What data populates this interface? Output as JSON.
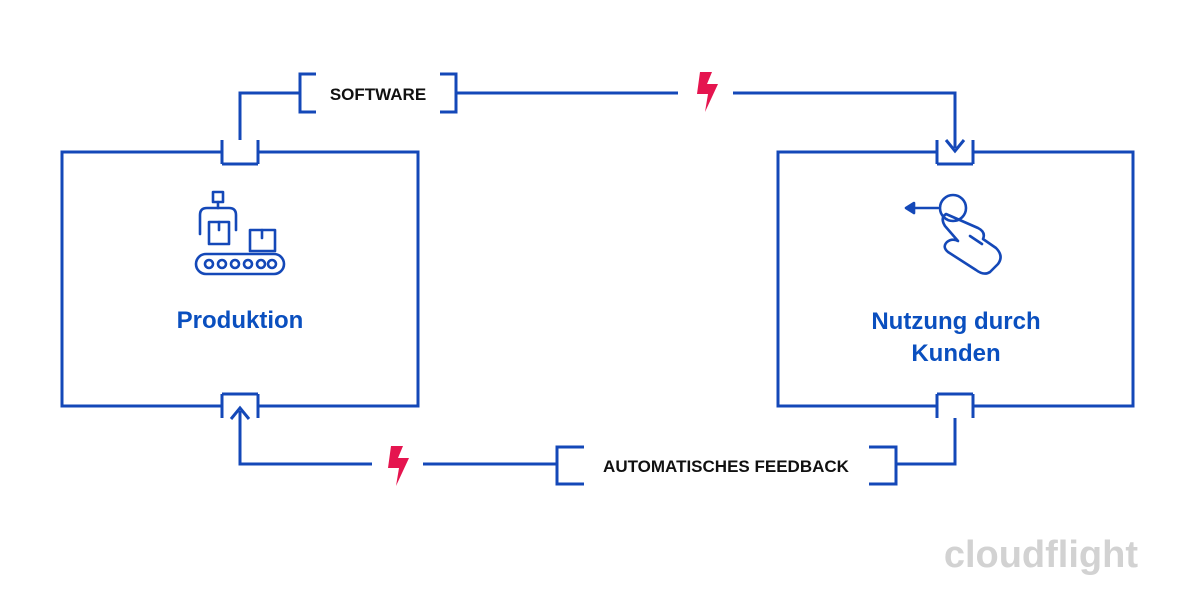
{
  "nodes": {
    "production": {
      "label": "Produktion"
    },
    "usage": {
      "label_line1": "Nutzung durch",
      "label_line2": "Kunden"
    }
  },
  "flows": {
    "top": {
      "label": "SOFTWARE"
    },
    "bottom": {
      "label": "AUTOMATISCHES FEEDBACK"
    }
  },
  "logo": {
    "text": "cloudflight"
  },
  "colors": {
    "line": "#1448b8",
    "label_text": "#0a4fbf",
    "bolt": "#e5154f",
    "logo": "#d2d2d2"
  },
  "icons": [
    "robot-arm-conveyor-icon",
    "swipe-hand-icon",
    "lightning-bolt-icon"
  ]
}
